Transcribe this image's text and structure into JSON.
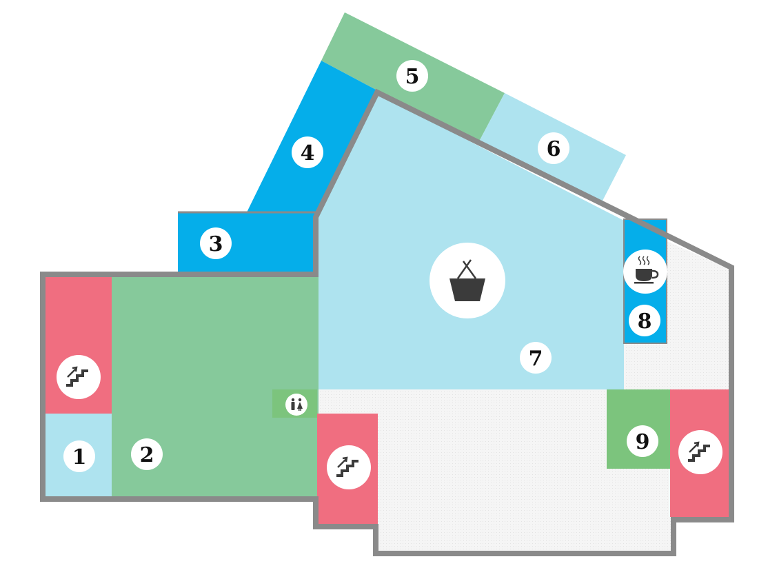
{
  "map": {
    "units": [
      {
        "id": "unit-1",
        "label": "1"
      },
      {
        "id": "unit-2",
        "label": "2"
      },
      {
        "id": "unit-3",
        "label": "3"
      },
      {
        "id": "unit-4",
        "label": "4"
      },
      {
        "id": "unit-5",
        "label": "5"
      },
      {
        "id": "unit-6",
        "label": "6"
      },
      {
        "id": "unit-7",
        "label": "7"
      },
      {
        "id": "unit-8",
        "label": "8"
      },
      {
        "id": "unit-9",
        "label": "9"
      }
    ],
    "icons": [
      {
        "id": "stairs-west",
        "name": "stairs-icon"
      },
      {
        "id": "stairs-center",
        "name": "stairs-icon"
      },
      {
        "id": "stairs-east",
        "name": "stairs-icon"
      },
      {
        "id": "restroom",
        "name": "restroom-icon"
      },
      {
        "id": "grocery",
        "name": "shopping-basket-icon"
      },
      {
        "id": "cafe",
        "name": "coffee-cup-icon"
      }
    ],
    "colors": {
      "wall": "#8a8a8a",
      "green": "#86c99b",
      "light_blue": "#aee3ef",
      "blue": "#05aeea",
      "pink": "#f06e80",
      "corridor": "#f2f2f2",
      "icon_dark": "#3b3b3b"
    }
  }
}
